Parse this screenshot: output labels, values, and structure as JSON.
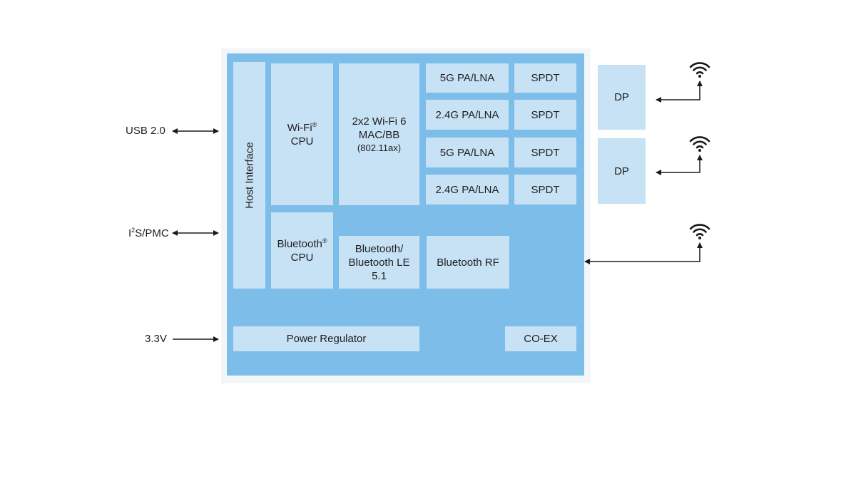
{
  "colors": {
    "chip_fill": "#7dbde9",
    "block_fill": "#c7e1f5",
    "line": "#1a1a1a"
  },
  "external_signals": {
    "usb": "USB 2.0",
    "i2s_base": "I",
    "i2s_sup": "2",
    "i2s_rest": "S/PMC",
    "power": "3.3V"
  },
  "blocks": {
    "host_interface": "Host Interface",
    "wifi_cpu_line1": "Wi-Fi",
    "wifi_cpu_reg": "®",
    "wifi_cpu_line2": "CPU",
    "mac_line1": "2x2 Wi-Fi 6",
    "mac_line2": "MAC/BB",
    "mac_line3": "(802.11ax)",
    "pa_lna": [
      "5G PA/LNA",
      "2.4G PA/LNA",
      "5G PA/LNA",
      "2.4G PA/LNA"
    ],
    "spdt": [
      "SPDT",
      "SPDT",
      "SPDT",
      "SPDT"
    ],
    "dp": [
      "DP",
      "DP"
    ],
    "bt_cpu_line1": "Bluetooth",
    "bt_cpu_reg": "®",
    "bt_cpu_line2": "CPU",
    "bt_le_line1": "Bluetooth/",
    "bt_le_line2": "Bluetooth LE",
    "bt_le_line3": "5.1",
    "bt_rf": "Bluetooth RF",
    "power_regulator": "Power Regulator",
    "coex": "CO-EX"
  },
  "icons": {
    "antenna": "wifi-antenna-icon"
  }
}
